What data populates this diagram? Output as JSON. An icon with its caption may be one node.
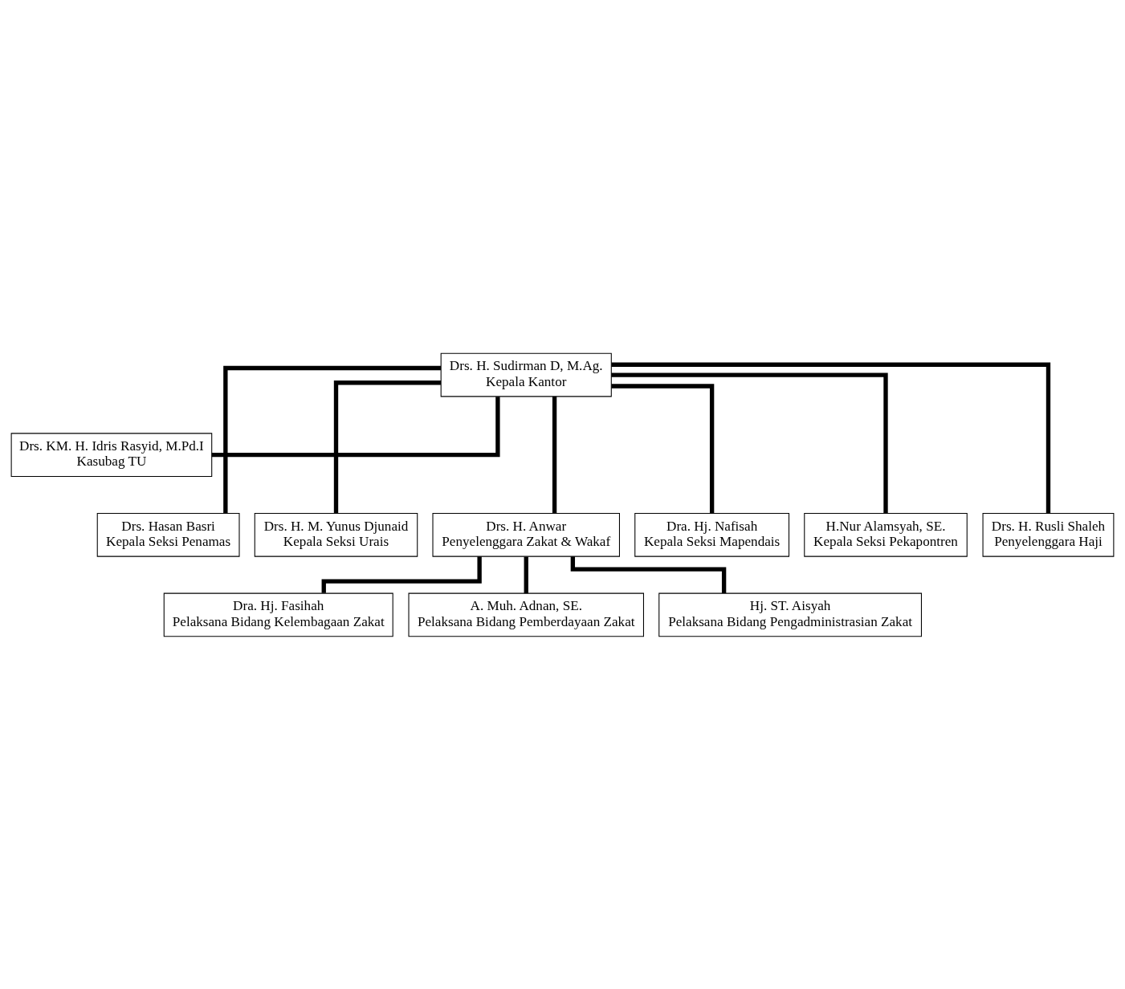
{
  "diagram": {
    "nodes": [
      {
        "text": [
          "Drs. H. Sudirman D, M.Ag.",
          "Kepala Kantor"
        ]
      },
      {
        "text": [
          "Drs. KM. H. Idris Rasyid, M.Pd.I",
          "Kasubag TU"
        ]
      },
      {
        "text": [
          "Drs. Hasan Basri",
          "Kepala Seksi Penamas"
        ]
      },
      {
        "text": [
          "Drs. H. M. Yunus Djunaid",
          "Kepala Seksi Urais"
        ]
      },
      {
        "text": [
          "Drs. H. Anwar",
          "Penyelenggara Zakat & Wakaf"
        ]
      },
      {
        "text": [
          "Dra. Hj. Nafisah",
          "Kepala Seksi Mapendais"
        ]
      },
      {
        "text": [
          "H.Nur Alamsyah, SE.",
          "Kepala Seksi Pekapontren"
        ]
      },
      {
        "text": [
          "Drs. H. Rusli Shaleh",
          "Penyelenggara Haji"
        ]
      },
      {
        "text": [
          "Dra. Hj. Fasihah",
          "Pelaksana Bidang Kelembagaan Zakat"
        ]
      },
      {
        "text": [
          "A. Muh. Adnan, SE.",
          "Pelaksana Bidang Pemberdayaan Zakat"
        ]
      },
      {
        "text": [
          "Hj. ST. Aisyah",
          "Pelaksana Bidang Pengadministrasian Zakat"
        ]
      }
    ],
    "edges": [
      {
        "from": 0,
        "to": 1,
        "arrow": "none"
      },
      {
        "from": 0,
        "to": 2,
        "arrow": "none"
      },
      {
        "from": 0,
        "to": 3,
        "arrow": "none"
      },
      {
        "from": 0,
        "to": 4,
        "arrow": "none"
      },
      {
        "from": 0,
        "to": 5,
        "arrow": "none"
      },
      {
        "from": 0,
        "to": 6,
        "arrow": "none"
      },
      {
        "from": 0,
        "to": 7,
        "arrow": "none"
      },
      {
        "from": 4,
        "to": 8,
        "arrow": "none"
      },
      {
        "from": 4,
        "to": 9,
        "arrow": "none"
      },
      {
        "from": 4,
        "to": 10,
        "arrow": "none"
      }
    ]
  }
}
